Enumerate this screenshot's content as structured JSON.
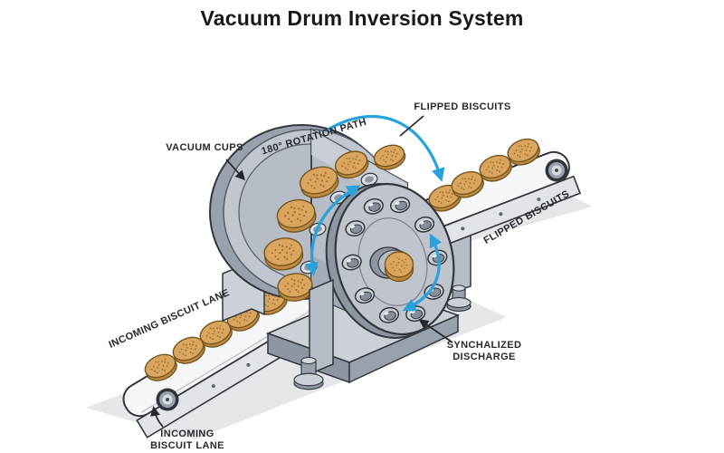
{
  "title": "Vacuum Drum Inversion System",
  "labels": {
    "vacuum_cups": "VACUUM CUPS",
    "rotation_path": "180° ROTATION PATH",
    "flipped_biscuits_callout": "FLIPPED BISCUITS",
    "flipped_biscuits_lane": "FLIPPED BISCUITS",
    "incoming_biscuit_lane": "INCOMING BISCUIT LANE",
    "incoming_caption_line1": "INCOMING",
    "incoming_caption_line2": "BISCUIT LANE",
    "discharge_line1": "SYNCHALIZED",
    "discharge_line2": "DISCHARGE"
  },
  "colors": {
    "background": "#ffffff",
    "shadow": "#e5e7ea",
    "belt_top": "#f6f7f9",
    "belt_side": "#e1e4e8",
    "metal_light": "#ccd1d8",
    "metal_mid": "#b7bdc7",
    "metal_dark": "#99a1ad",
    "metal_deep": "#8e96a2",
    "outline": "#33373d",
    "biscuit_top": "#d9a55f",
    "biscuit_side": "#c08a42",
    "biscuit_speckle": "#9b6f2d",
    "biscuit_outline": "#75561f",
    "accent_blue": "#2aa3dc",
    "text": "#26292d"
  }
}
